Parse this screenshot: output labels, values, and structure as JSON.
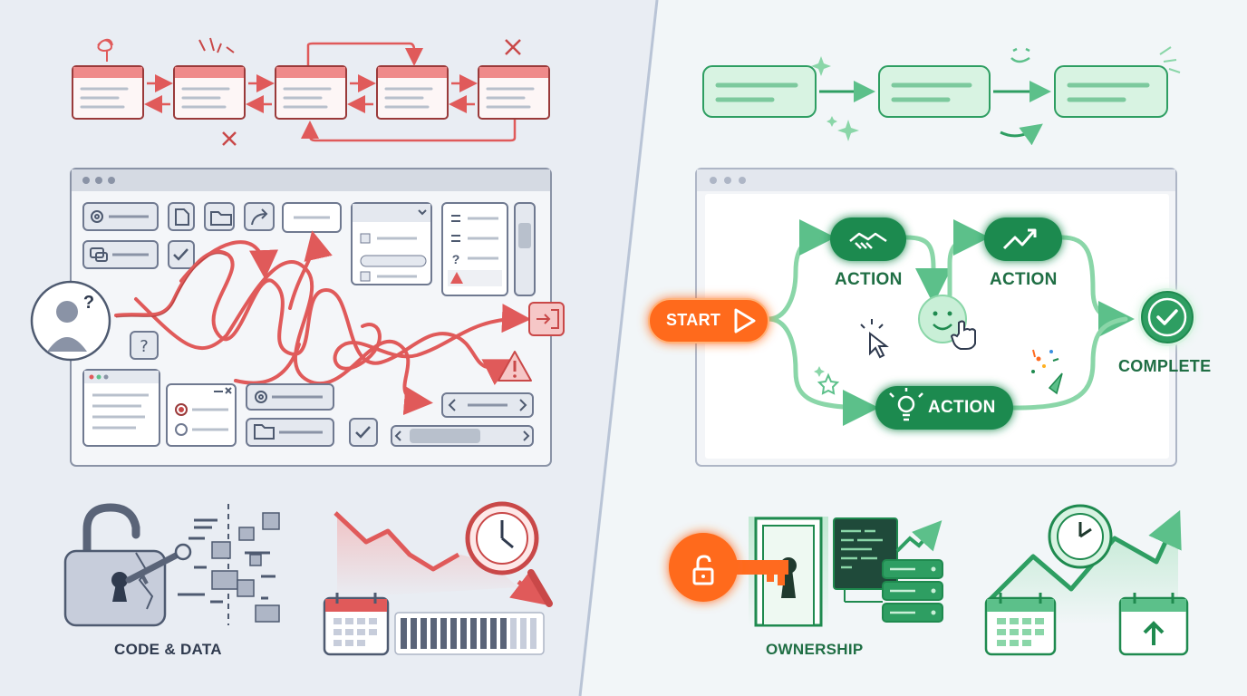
{
  "colors": {
    "chaos_red": "#e05a5a",
    "chaos_pink": "#f4a7a7",
    "gray_ui": "#5a6478",
    "flow_green": "#2e9e62",
    "flow_green_light": "#8ad6a8",
    "start_orange": "#ff6a1f",
    "bg_left": "#e9edf3",
    "bg_right": "#f2f6f8"
  },
  "left_panel": {
    "bottom_left_label": "CODE & DATA"
  },
  "right_panel": {
    "start_label": "START",
    "action_top_left_label": "ACTION",
    "action_top_right_label": "ACTION",
    "action_bottom_label": "ACTION",
    "complete_label": "COMPLETE",
    "ownership_label": "OWNERSHIP"
  }
}
